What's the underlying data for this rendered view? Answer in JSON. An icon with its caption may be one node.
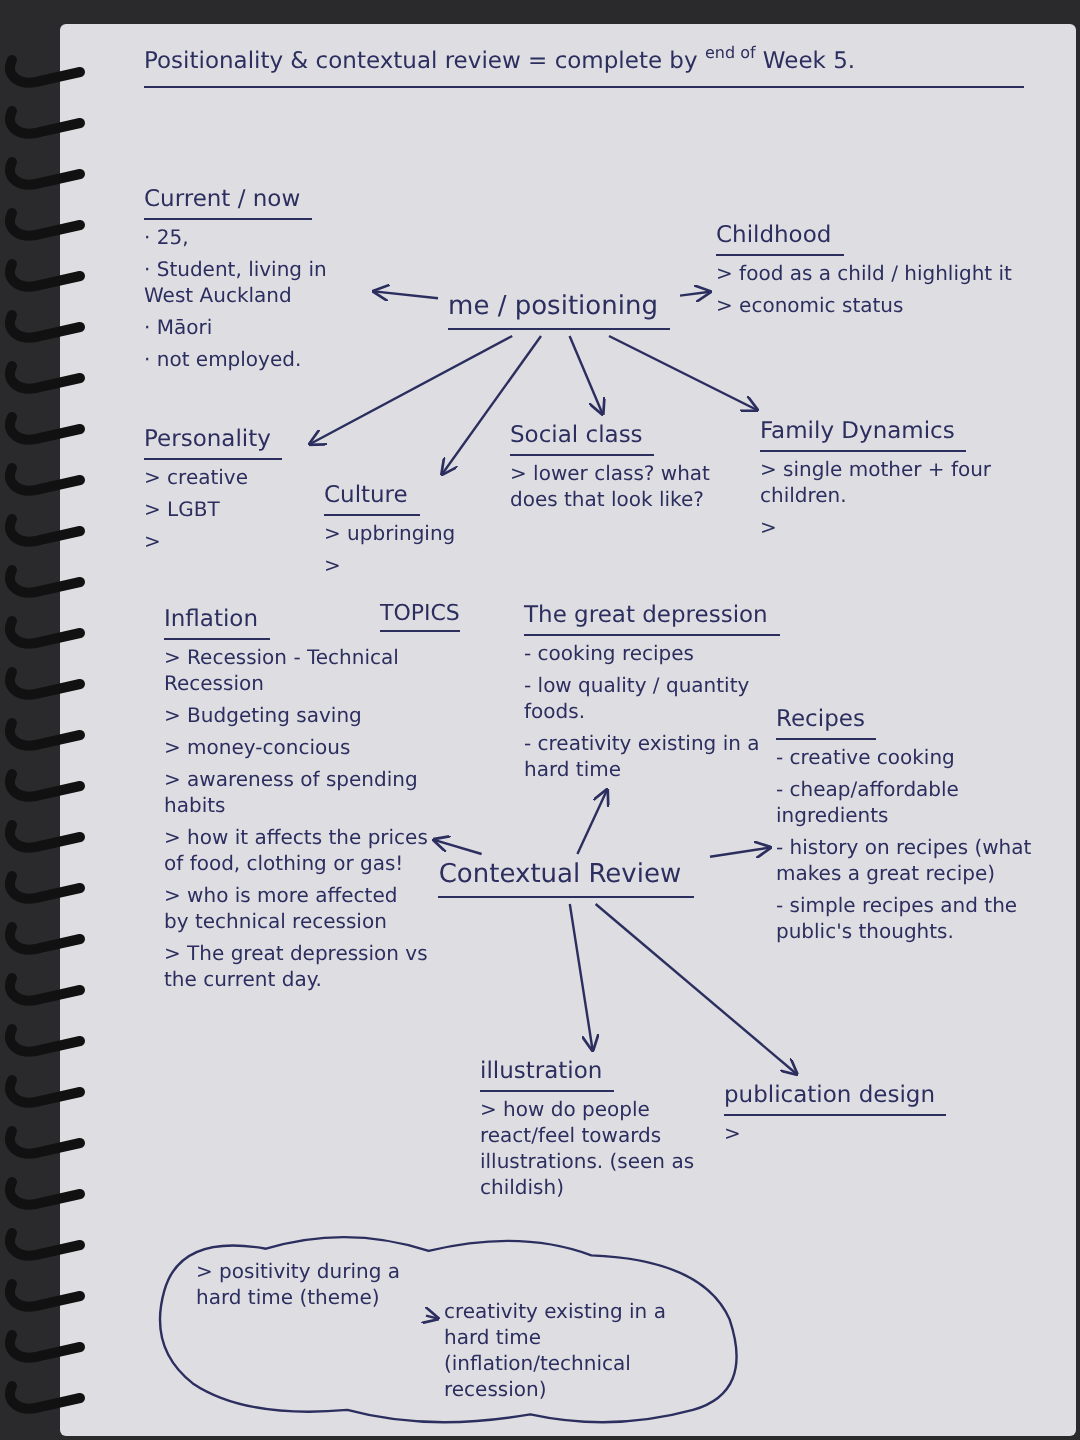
{
  "diagram": {
    "title": "Positionality & contextual review = complete by $^{end of}$ Week 5.",
    "nodes": [
      {
        "text": [
          "me / positioning"
        ]
      },
      {
        "text": [
          "Current / now",
          "· 25,",
          "· Student, living in West Auckland",
          "· Māori",
          "· not employed."
        ]
      },
      {
        "text": [
          "Childhood",
          "> food as a child / highlight it",
          "> economic status"
        ]
      },
      {
        "text": [
          "Personality",
          "> creative",
          "> LGBT",
          ">"
        ]
      },
      {
        "text": [
          "Culture",
          "> upbringing",
          ">"
        ]
      },
      {
        "text": [
          "Social class",
          "> lower class? what does that look like?"
        ]
      },
      {
        "text": [
          "Family Dynamics",
          "> single mother + four children.",
          ">"
        ]
      },
      {
        "text": [
          "Inflation",
          "> Recession - Technical Recession",
          "> Budgeting saving",
          "> money-concious",
          "> awareness of spending habits",
          "> how it affects the prices of food, clothing or gas!",
          "> who is more affected by technical recession",
          "> The great depression vs the current day."
        ]
      },
      {
        "text": [
          "The great depression",
          "- cooking recipes",
          "- low quality / quantity foods.",
          "- creativity existing in a hard time"
        ]
      },
      {
        "text": [
          "Contextual Review"
        ]
      },
      {
        "text": [
          "Recipes",
          "- creative cooking",
          "- cheap/affordable ingredients",
          "- history on recipes (what makes a great recipe)",
          "- simple recipes and the public's thoughts."
        ]
      },
      {
        "text": [
          "illustration",
          "> how do people react/feel towards illustrations. (seen as childish)"
        ]
      },
      {
        "text": [
          "publication design",
          ">"
        ]
      },
      {
        "text": [],
        "shape": "cloud"
      },
      {
        "text": [
          "> positivity during a hard time (theme)"
        ],
        "in": 13
      },
      {
        "text": [
          "creativity existing in a hard time (inflation/technical recession)"
        ],
        "in": 13
      }
    ],
    "edges": [
      {
        "from": 0,
        "to": 1,
        "arrow": "to"
      },
      {
        "from": 0,
        "to": 2,
        "arrow": "to"
      },
      {
        "from": 0,
        "to": 3,
        "arrow": "to"
      },
      {
        "from": 0,
        "to": 4,
        "arrow": "to"
      },
      {
        "from": 0,
        "to": 5,
        "arrow": "to"
      },
      {
        "from": 0,
        "to": 6,
        "arrow": "to"
      },
      {
        "from": 9,
        "to": 7,
        "arrow": "to"
      },
      {
        "from": 9,
        "to": 8,
        "arrow": "to"
      },
      {
        "from": 9,
        "to": 10,
        "arrow": "to"
      },
      {
        "from": 9,
        "to": 11,
        "arrow": "to"
      },
      {
        "from": 9,
        "to": 12,
        "arrow": "to"
      },
      {
        "from": 14,
        "to": 15,
        "arrow": "to"
      }
    ],
    "labels": [
      "TOPICS"
    ]
  }
}
